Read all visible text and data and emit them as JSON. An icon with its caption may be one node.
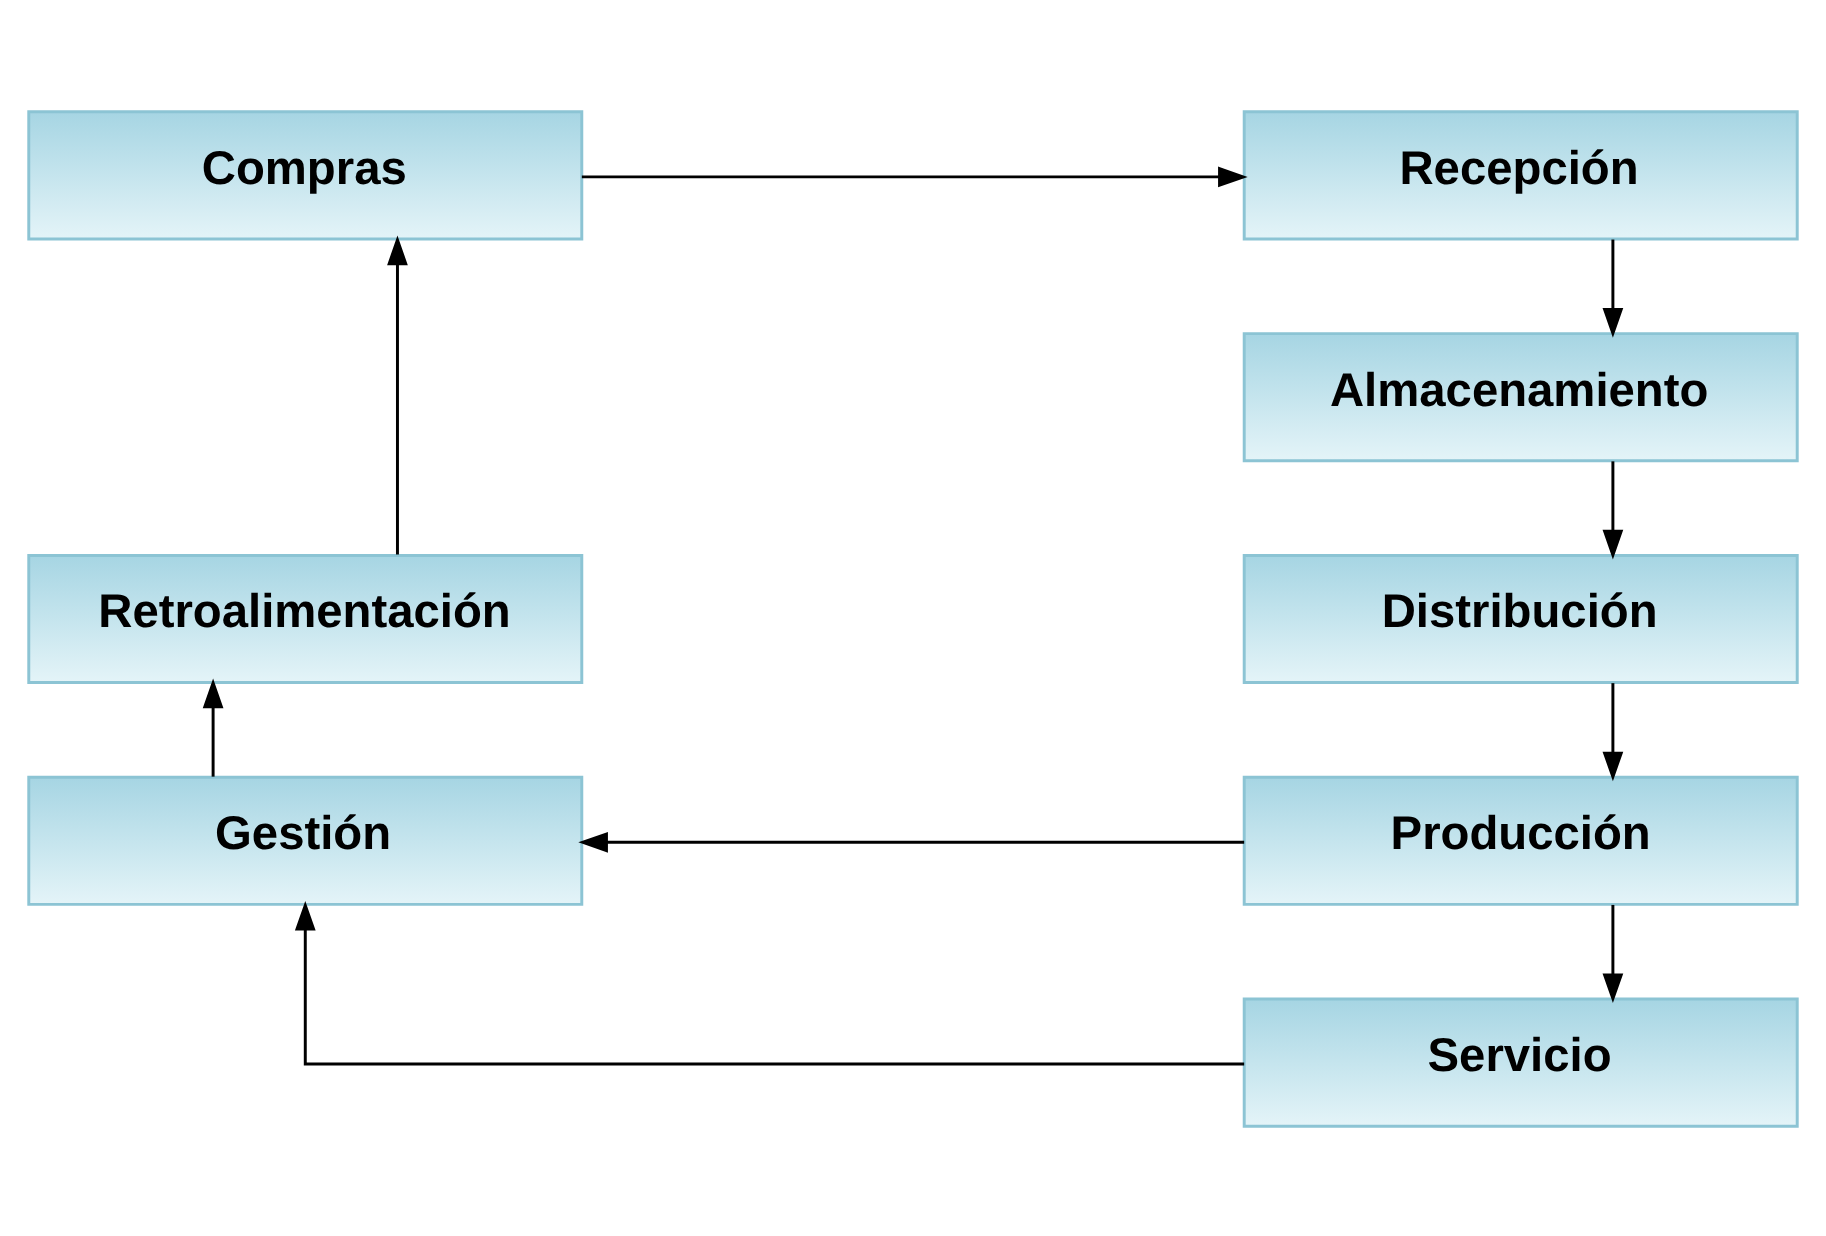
{
  "diagram": {
    "nodes": [
      {
        "text": [
          "Compras"
        ]
      },
      {
        "text": [
          "Recepción"
        ]
      },
      {
        "text": [
          "Almacenamiento"
        ]
      },
      {
        "text": [
          "Distribución"
        ]
      },
      {
        "text": [
          "Producción"
        ]
      },
      {
        "text": [
          "Servicio"
        ]
      },
      {
        "text": [
          "Gestión"
        ]
      },
      {
        "text": [
          "Retroalimentación"
        ]
      }
    ],
    "edges": [
      {
        "from": 0,
        "to": 1,
        "arrow": "to"
      },
      {
        "from": 1,
        "to": 2,
        "arrow": "to"
      },
      {
        "from": 2,
        "to": 3,
        "arrow": "to"
      },
      {
        "from": 3,
        "to": 4,
        "arrow": "to"
      },
      {
        "from": 4,
        "to": 5,
        "arrow": "to"
      },
      {
        "from": 4,
        "to": 6,
        "arrow": "to"
      },
      {
        "from": 5,
        "to": 6,
        "arrow": "to"
      },
      {
        "from": 6,
        "to": 7,
        "arrow": "to"
      },
      {
        "from": 7,
        "to": 0,
        "arrow": "to"
      }
    ]
  }
}
